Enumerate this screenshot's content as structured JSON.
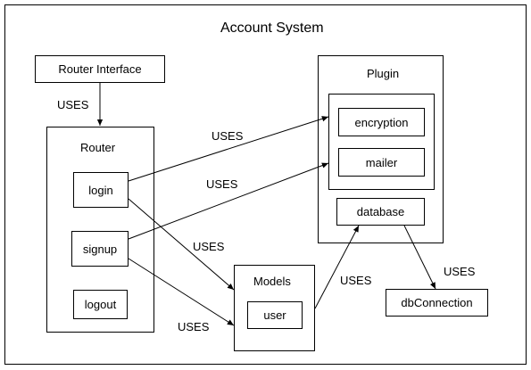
{
  "diagram": {
    "title": "Account System",
    "router_interface": "Router Interface",
    "router": {
      "title": "Router",
      "items": [
        "login",
        "signup",
        "logout"
      ]
    },
    "plugin": {
      "title": "Plugin",
      "inner_items": [
        "encryption",
        "mailer"
      ],
      "database": "database"
    },
    "models": {
      "title": "Models",
      "items": [
        "user"
      ]
    },
    "db_connection": "dbConnection",
    "edge_label": "USES"
  }
}
